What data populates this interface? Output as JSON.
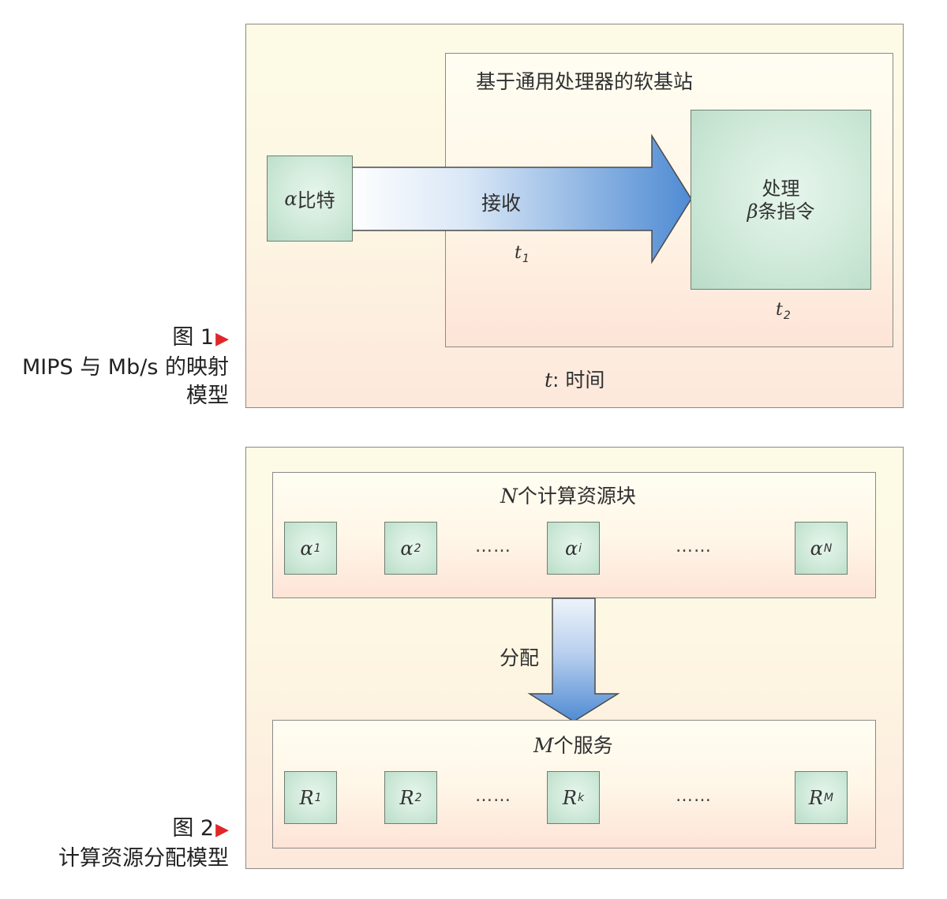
{
  "fig1": {
    "caption_prefix": "图 1",
    "caption_line2": "MIPS 与 Mb/s 的映射",
    "caption_line3": "模型",
    "station_label": "基于通用处理器的软基站",
    "alpha_symbol": "α",
    "alpha_text": "比特",
    "arrow_label": "接收",
    "t1": "t",
    "t1_sub": "1",
    "process_line1": "处理",
    "beta_symbol": "β",
    "process_line2": "条指令",
    "t2": "t",
    "t2_sub": "2",
    "time_symbol": "t",
    "time_text": ": 时间"
  },
  "fig2": {
    "caption_prefix": "图 2",
    "caption_line2": "计算资源分配模型",
    "top_symbol": "N",
    "top_label": "个计算资源块",
    "blocks_top": [
      {
        "sym": "α",
        "sub": "1"
      },
      {
        "sym": "α",
        "sub": "2"
      },
      {
        "sym": "α",
        "sub": "i"
      },
      {
        "sym": "α",
        "sub": "N"
      }
    ],
    "dots": "……",
    "arrow_label": "分配",
    "bottom_symbol": "M",
    "bottom_label": "个服务",
    "blocks_bottom": [
      {
        "sym": "R",
        "sub": "1"
      },
      {
        "sym": "R",
        "sub": "2"
      },
      {
        "sym": "R",
        "sub": "k"
      },
      {
        "sym": "R",
        "sub": "M"
      }
    ]
  },
  "colors": {
    "caption_triangle": "#e0262a",
    "arrow_blue": "#5b93d6",
    "block_green": "#cfe9d9"
  }
}
